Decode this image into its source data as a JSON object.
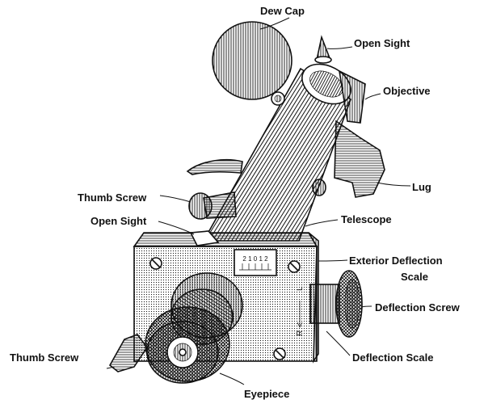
{
  "labels": {
    "dew_cap": "Dew Cap",
    "open_sight_top": "Open Sight",
    "objective": "Objective",
    "lug": "Lug",
    "thumb_screw_upper": "Thumb Screw",
    "open_sight_mid": "Open Sight",
    "telescope": "Telescope",
    "exterior_deflection_line1": "Exterior Deflection",
    "exterior_deflection_line2": "Scale",
    "deflection_screw": "Deflection Screw",
    "thumb_screw_lower": "Thumb Screw",
    "deflection_scale": "Deflection Scale",
    "eyepiece": "Eyepiece"
  },
  "scale_readout": "2 1 0 1 2",
  "side_marks": {
    "left": "L",
    "right": "R"
  },
  "colors": {
    "ink": "#111111",
    "paper": "#ffffff"
  }
}
